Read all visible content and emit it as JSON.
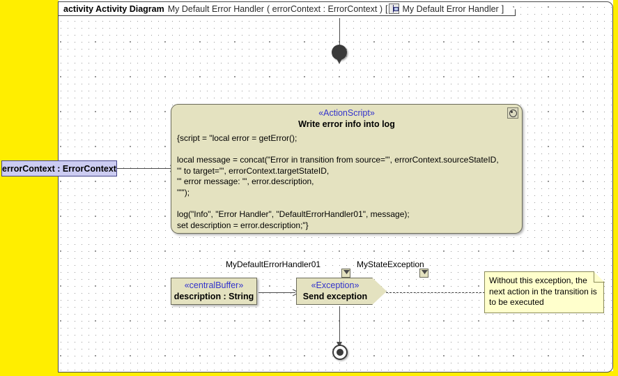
{
  "frame": {
    "keyword": "activity Activity Diagram",
    "name": "My Default Error Handler",
    "parameters": "( errorContext : ErrorContext )",
    "bracket_open": "[",
    "icon": "activity-diagram-icon",
    "context_name": "My Default Error Handler",
    "bracket_close": "]"
  },
  "nodes": {
    "initial": {
      "name": "initial-node"
    },
    "final": {
      "name": "activity-final-node"
    },
    "action": {
      "stereotype": "«ActionScript»",
      "name": "Write error info into log",
      "body": "{script = \"local error = getError();\n\nlocal message = concat(\"Error in transition from source=\"', errorContext.sourceStateID,\n\"' to target=\"', errorContext.targetStateID,\n\"' error message: \"', error.description,\n\"\"');\n\nlog(\"Info\", \"Error Handler\", \"DefaultErrorHandler01\", message);\nset description = error.description;\"}",
      "corner_icon": "action-script-icon"
    },
    "buffer": {
      "stereotype": "«centralBuffer»",
      "name": "description : String"
    },
    "exception": {
      "stereotype": "«Exception»",
      "name": "Send exception"
    },
    "parameter": {
      "label": "errorContext : ErrorContext"
    },
    "note": {
      "text": "Without this exception, the next action in the transition is to be executed"
    }
  },
  "edge_labels": {
    "buffer_pin": "MyDefaultErrorHandler01",
    "exception_pin": "MyStateException"
  },
  "colors": {
    "selection_yellow": "#ffee00",
    "node_fill": "#e4e2c0",
    "node_border": "#6b6b5a",
    "note_fill": "#ffffcc",
    "parameter_fill": "#ccccf2",
    "parameter_border": "#44448a",
    "stereotype_text": "#3333cc",
    "edge": "#4a4a4a"
  }
}
